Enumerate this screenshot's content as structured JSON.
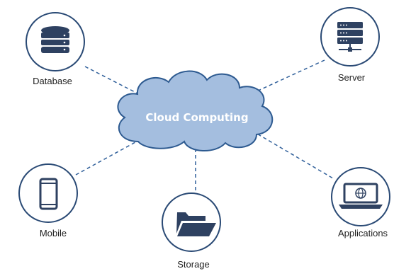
{
  "center": {
    "title": "Cloud Computing",
    "icon": "cloud-icon"
  },
  "nodes": {
    "database": {
      "label": "Database",
      "icon": "database-icon"
    },
    "server": {
      "label": "Server",
      "icon": "server-rack-icon"
    },
    "mobile": {
      "label": "Mobile",
      "icon": "smartphone-icon"
    },
    "storage": {
      "label": "Storage",
      "icon": "folder-icon"
    },
    "applications": {
      "label": "Applications",
      "icon": "laptop-globe-icon"
    }
  },
  "colors": {
    "cloud_fill": "#a4bedf",
    "cloud_stroke": "#2d5a90",
    "circle_stroke": "#2a4a75",
    "icon": "#2e4161",
    "connector": "#2f5f9a"
  }
}
